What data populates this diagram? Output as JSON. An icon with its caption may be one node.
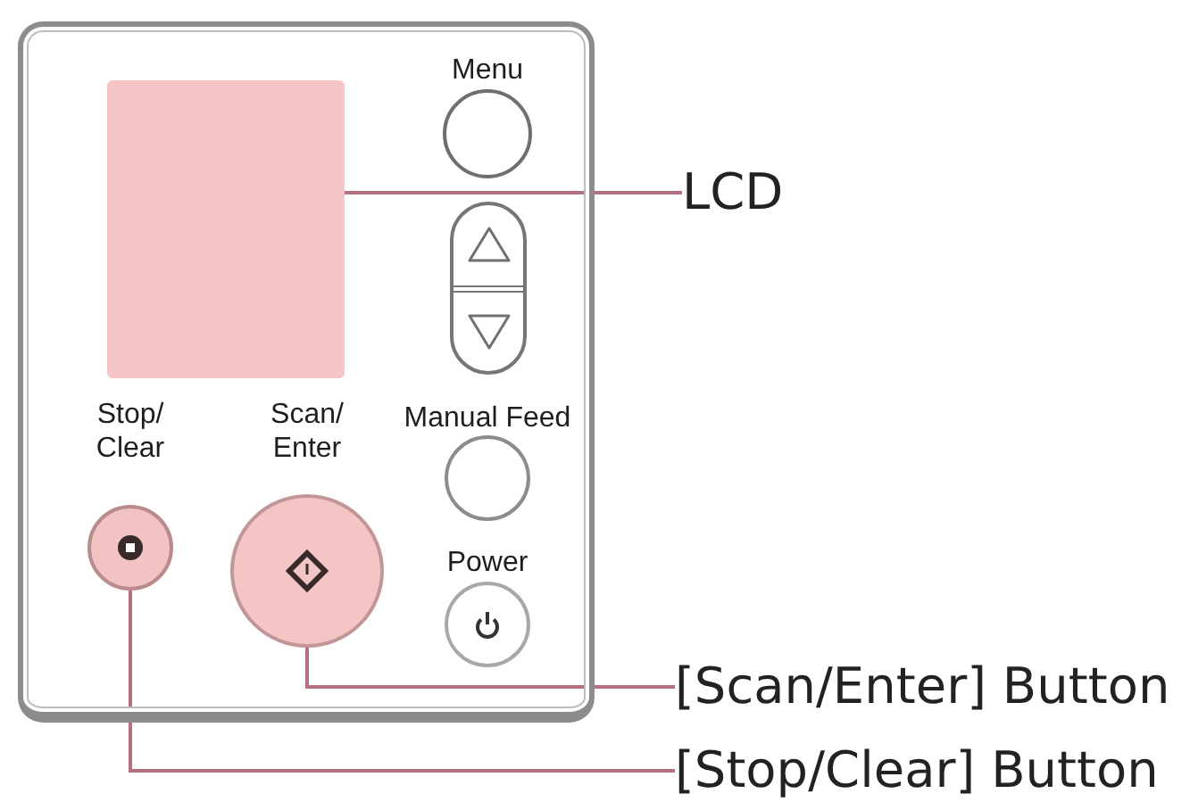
{
  "diagram": {
    "nodes": [
      {
        "text": [],
        "shape": "box"
      },
      {
        "text": [],
        "shape": "box",
        "in": 0
      },
      {
        "text": [
          "Menu"
        ],
        "in": 0
      },
      {
        "text": [],
        "shape": "box",
        "in": 0
      },
      {
        "text": [
          "LCD"
        ]
      },
      {
        "text": [
          "Stop/ Clear"
        ],
        "in": 0
      },
      {
        "text": [
          "Scan/ Enter"
        ],
        "in": 0
      },
      {
        "text": [
          "Manual Feed"
        ],
        "in": 0
      },
      {
        "text": [
          "Power"
        ],
        "in": 0
      },
      {
        "text": [
          "[Scan/Enter] Button"
        ]
      },
      {
        "text": [
          "[Stop/Clear] Button"
        ]
      }
    ],
    "edges": [
      {
        "from": 4,
        "to": 1,
        "arrow": "none"
      },
      {
        "from": 9,
        "to": 6,
        "arrow": "none"
      },
      {
        "from": 10,
        "to": 5,
        "arrow": "none"
      }
    ]
  }
}
